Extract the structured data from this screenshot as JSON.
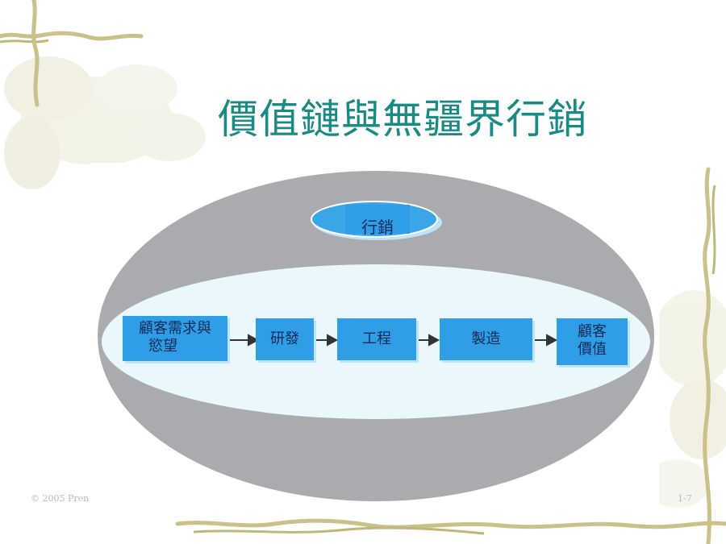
{
  "slide": {
    "title": "價值鏈與無疆界行銷",
    "footer_left": "© 2005 Pren",
    "footer_right": "1-7"
  },
  "diagram": {
    "marketing_label": "行銷",
    "steps": [
      {
        "lines": [
          "顧客需求與",
          "慾望"
        ]
      },
      {
        "lines": [
          "研發"
        ]
      },
      {
        "lines": [
          "工程"
        ]
      },
      {
        "lines": [
          "製造"
        ]
      },
      {
        "lines": [
          "顧客",
          "價值"
        ]
      }
    ],
    "colors": {
      "outer_ellipse": "#a9abae",
      "inner_band": "#eaf7fd",
      "box_fill": "#2f9ee6",
      "title": "#1a8a84"
    }
  }
}
